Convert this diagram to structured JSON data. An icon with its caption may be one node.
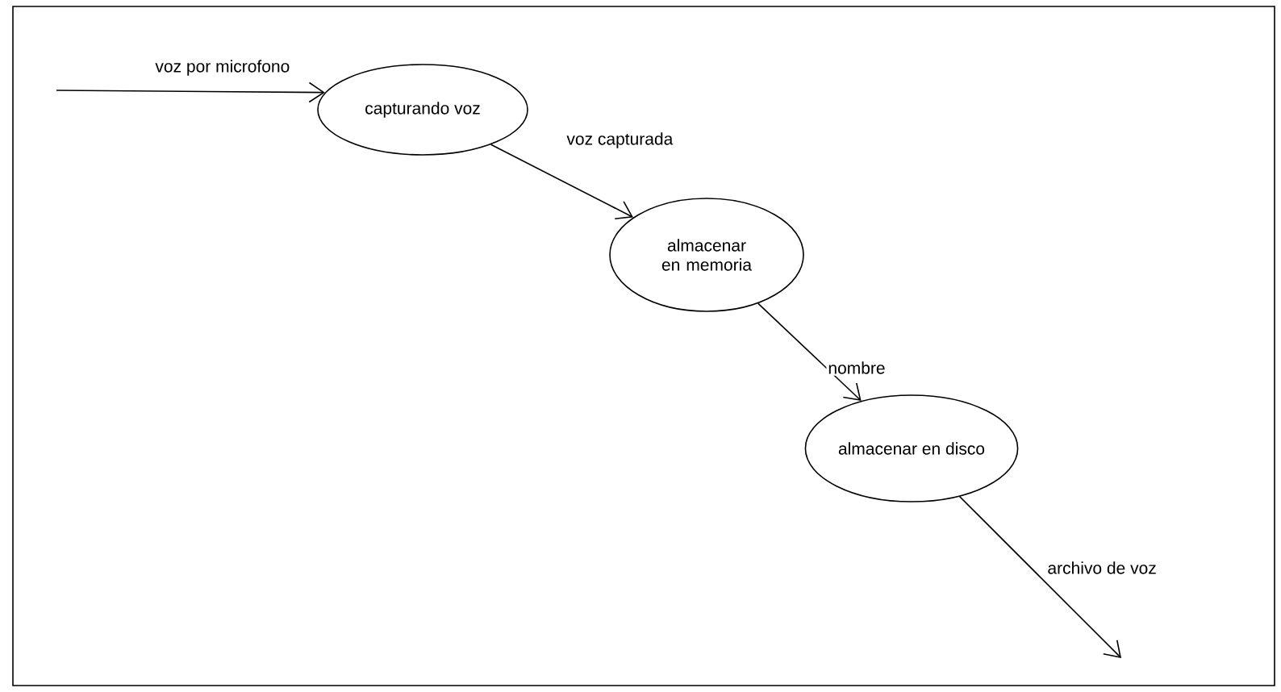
{
  "diagram": {
    "nodes": [
      {
        "text": [
          "capturando voz"
        ]
      },
      {
        "text": [
          "almacenar en memoria"
        ]
      },
      {
        "text": [
          "almacenar en disco"
        ]
      }
    ],
    "edges": [
      {
        "from": null,
        "to": 0,
        "arrow": "to",
        "label": "voz por microfono"
      },
      {
        "from": 0,
        "to": 1,
        "arrow": "to",
        "label": "voz capturada"
      },
      {
        "from": 1,
        "to": 2,
        "arrow": "to",
        "label": "nombre"
      },
      {
        "from": 2,
        "to": null,
        "arrow": "to",
        "label": "archivo de voz"
      }
    ]
  }
}
